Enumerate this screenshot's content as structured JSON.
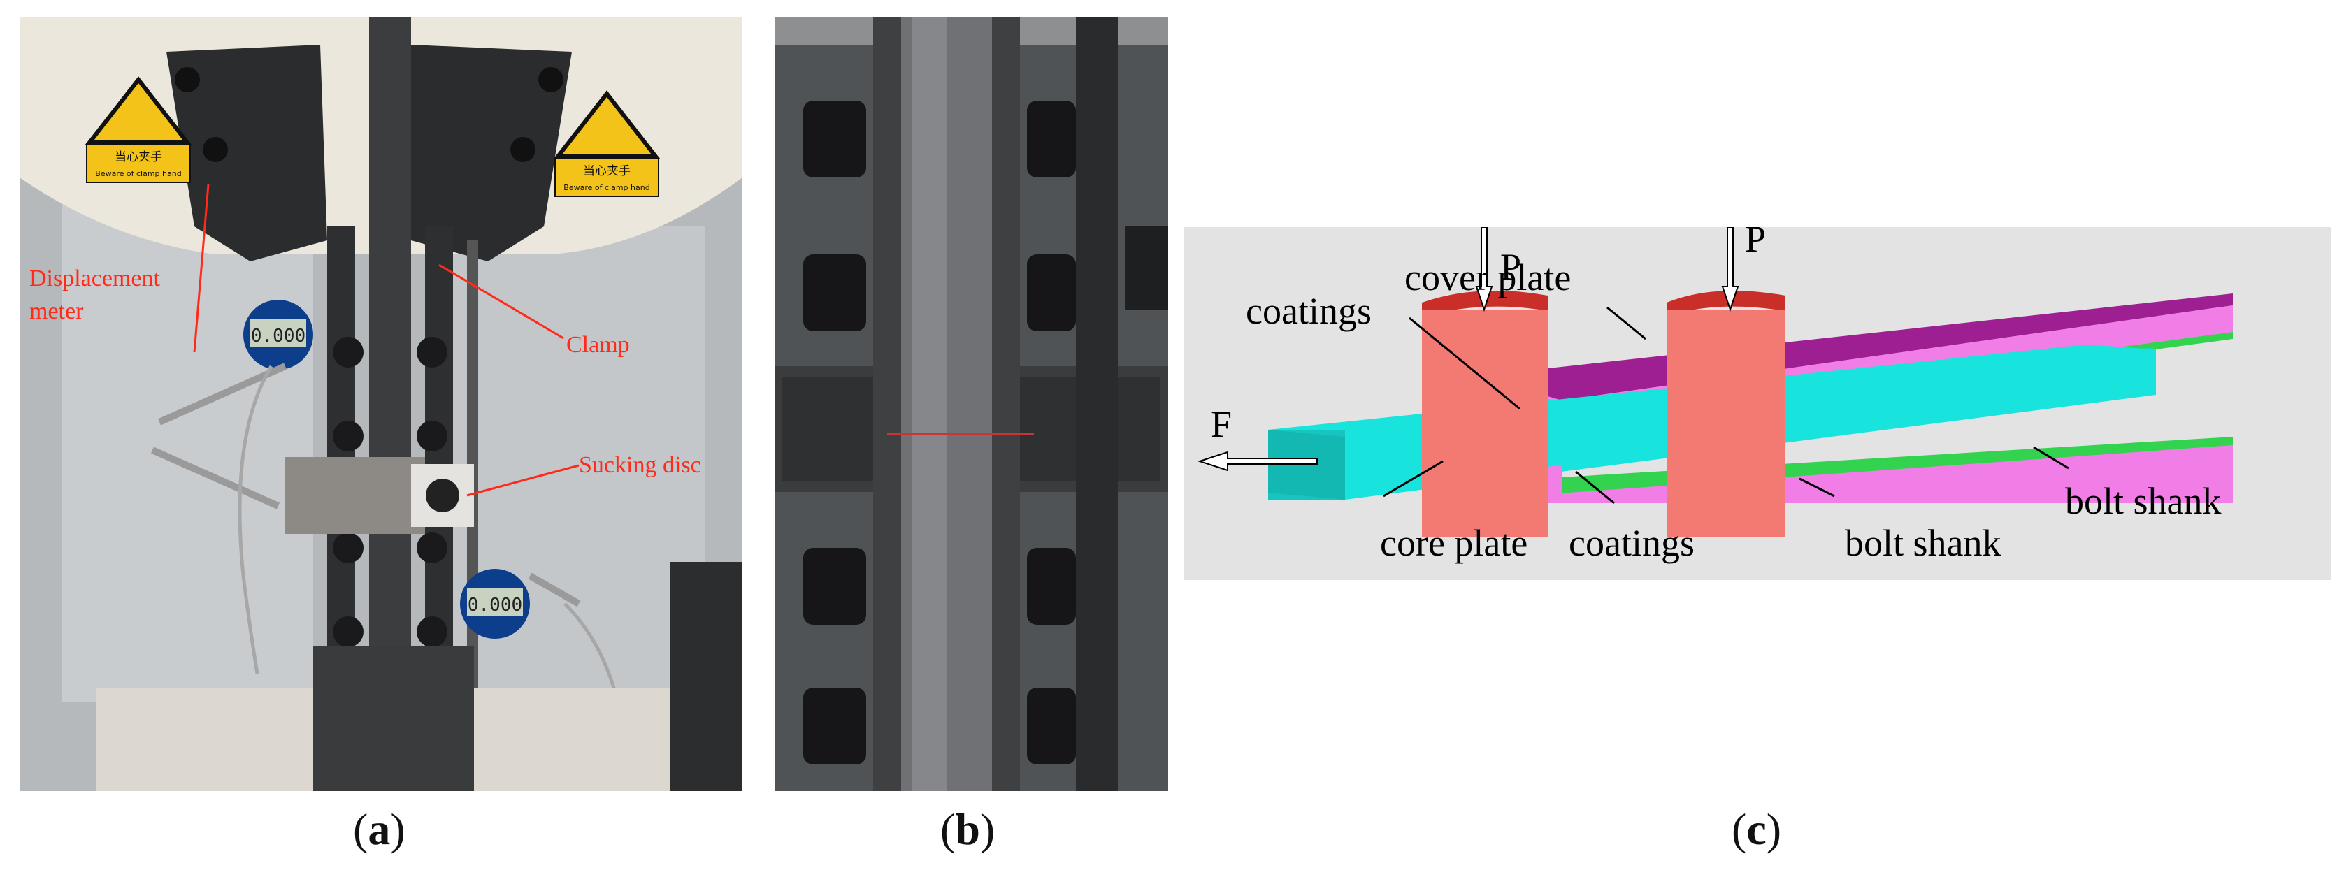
{
  "panel_a": {
    "labels": {
      "displacement_line1": "Displacement",
      "displacement_line2": "meter",
      "clamp": "Clamp",
      "sucking_disc": "Sucking disc"
    },
    "warning_sign": {
      "chinese": "当心夹手",
      "english": "Beware of clamp hand"
    },
    "gauge_reading": "0.000"
  },
  "panel_c": {
    "labels": {
      "cover_plate": "cover plate",
      "coatings_upper": "coatings",
      "coatings_lower": "coatings",
      "core_plate": "core plate",
      "bolt_shank_1": "bolt shank",
      "bolt_shank_2": "bolt shank",
      "force_f": "F",
      "force_p1": "P",
      "force_p2": "P"
    },
    "colors": {
      "core_plate": "#19e3dd",
      "cover_plate_top": "#9e1f91",
      "cover_plate_side": "#f07ee6",
      "coatings": "#33d24f",
      "bolt_shank": "#f27a72",
      "bolt_shank_top": "#c92f28"
    }
  },
  "captions": {
    "a": {
      "open": "(",
      "letter": "a",
      "close": ")"
    },
    "b": {
      "open": "(",
      "letter": "b",
      "close": ")"
    },
    "c": {
      "open": "(",
      "letter": "c",
      "close": ")"
    }
  }
}
